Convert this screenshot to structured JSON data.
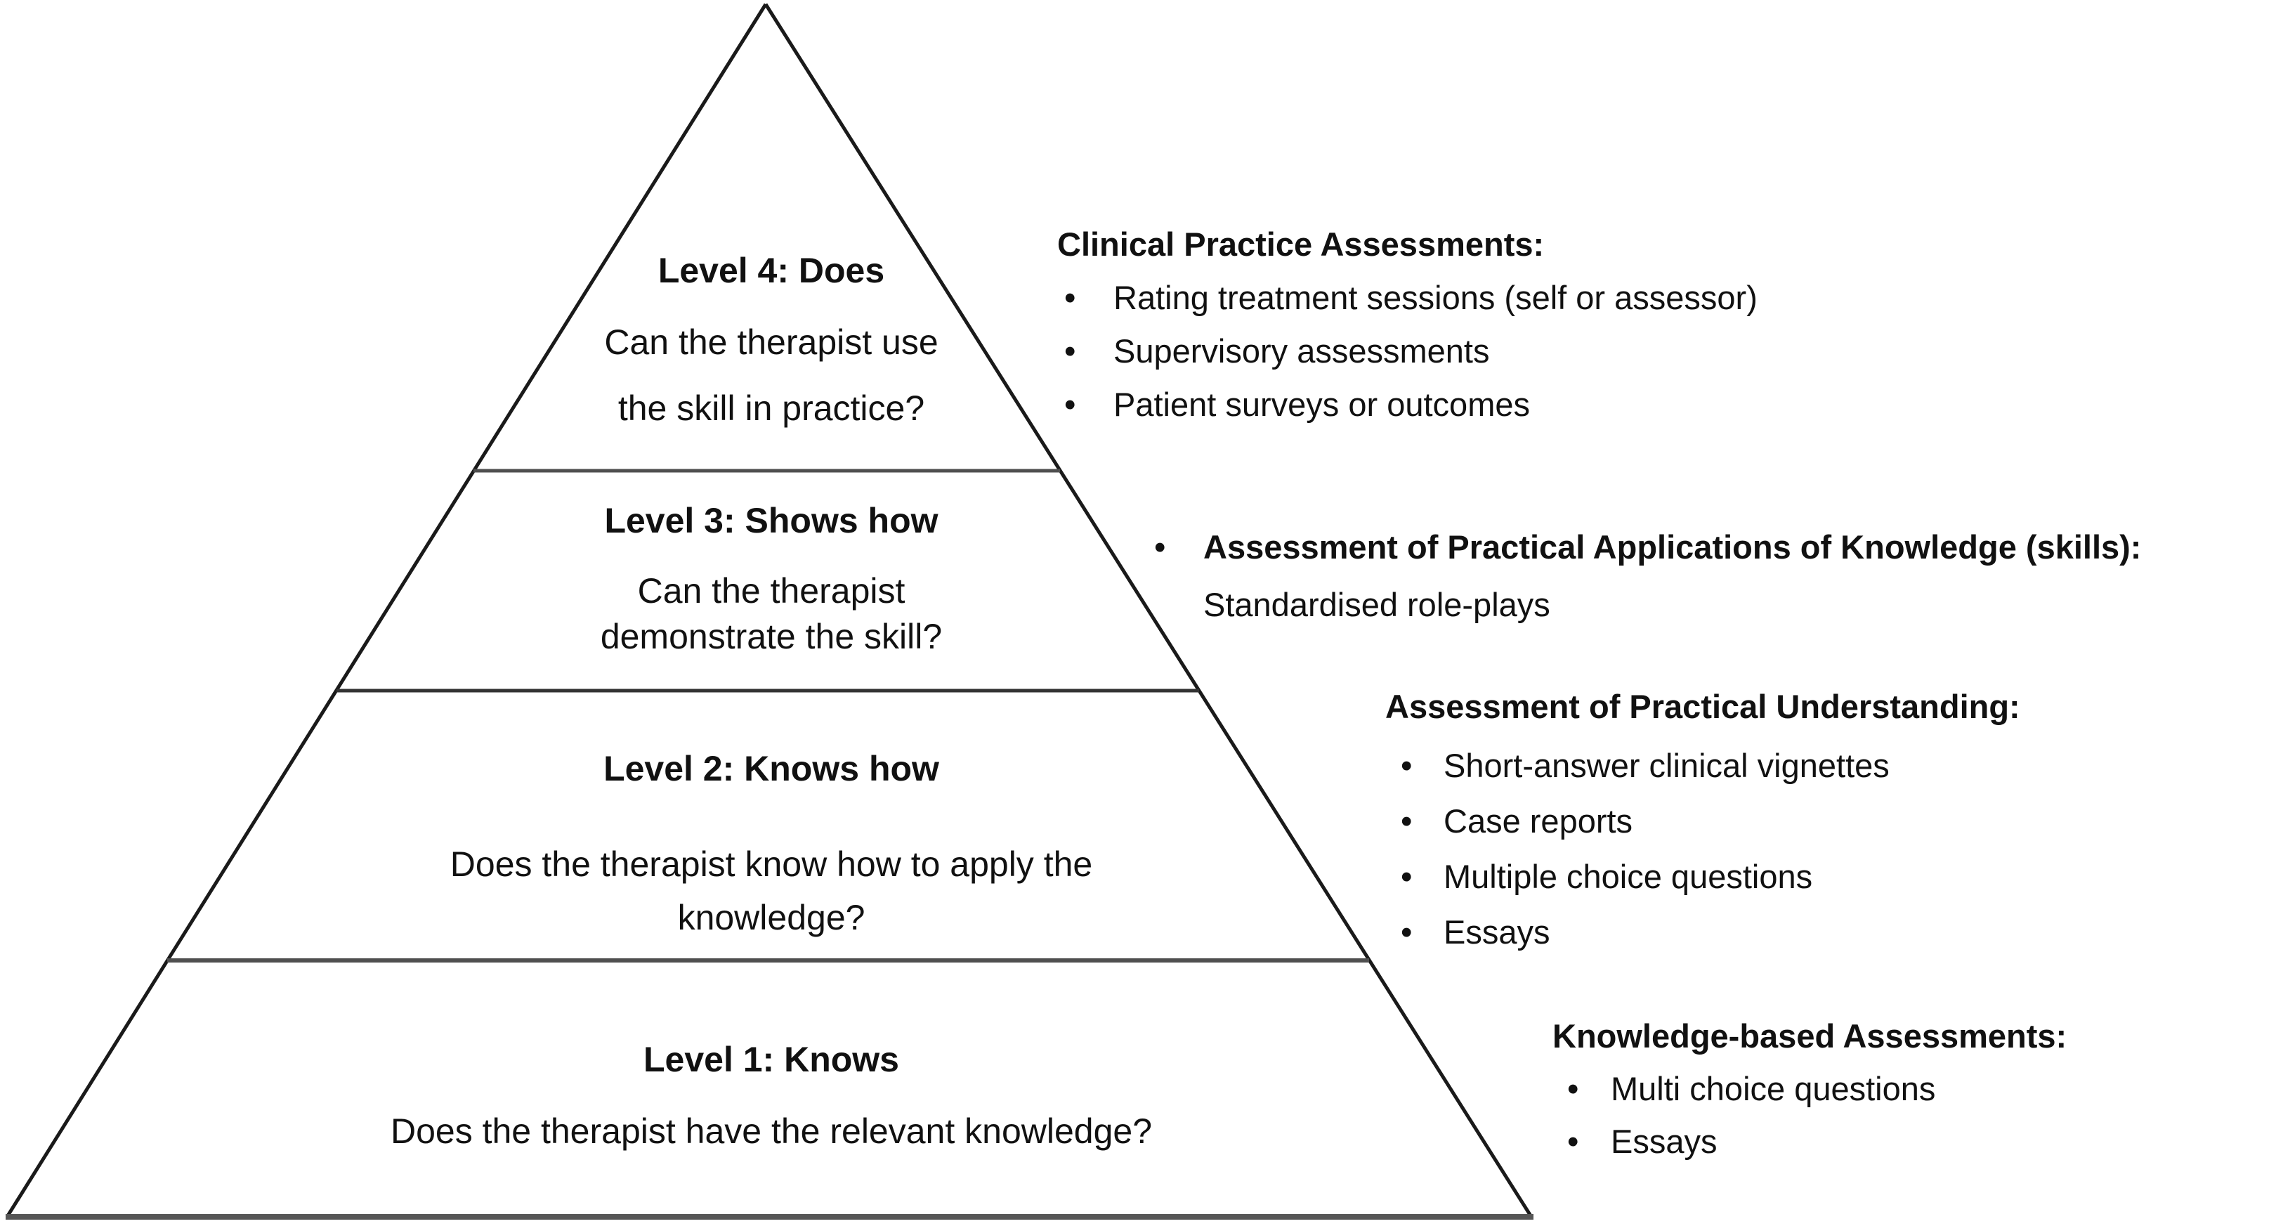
{
  "figure": {
    "type": "pyramid-diagram",
    "subject": "Miller's pyramid of therapist skill assessment",
    "background": "#ffffff"
  },
  "bullet_glyph": "•",
  "colors": {
    "text": "#111111",
    "side_line": "#1a1a1a",
    "divider_line": "#4f4f4f",
    "divider_line_dark": "#333333",
    "base_line": "#565656"
  },
  "pyramid": {
    "levels": [
      {
        "title": "Level 4: Does",
        "lines": [
          "Can the therapist use",
          "the skill in practice?"
        ]
      },
      {
        "title": "Level 3: Shows how",
        "lines": [
          "Can the therapist",
          "demonstrate the skill?"
        ]
      },
      {
        "title": "Level 2: Knows how",
        "lines": [
          "Does the therapist know how to apply the",
          "knowledge?"
        ]
      },
      {
        "title": "Level 1: Knows",
        "lines": [
          "Does the therapist have the relevant knowledge?"
        ]
      }
    ]
  },
  "annotations": [
    {
      "heading": "Clinical Practice Assessments:",
      "bullets": [
        "Rating treatment sessions (self or assessor)",
        "Supervisory assessments",
        "Patient surveys or outcomes"
      ]
    },
    {
      "heading": "Assessment of Practical Applications of Knowledge (skills):",
      "bullets": [],
      "sub_lines": [
        "Standardised role-plays"
      ]
    },
    {
      "heading": "Assessment of Practical Understanding:",
      "bullets": [
        "Short-answer clinical vignettes",
        "Case reports",
        "Multiple choice questions",
        "Essays"
      ]
    },
    {
      "heading": "Knowledge-based Assessments:",
      "bullets": [
        "Multi choice questions",
        "Essays"
      ]
    }
  ]
}
